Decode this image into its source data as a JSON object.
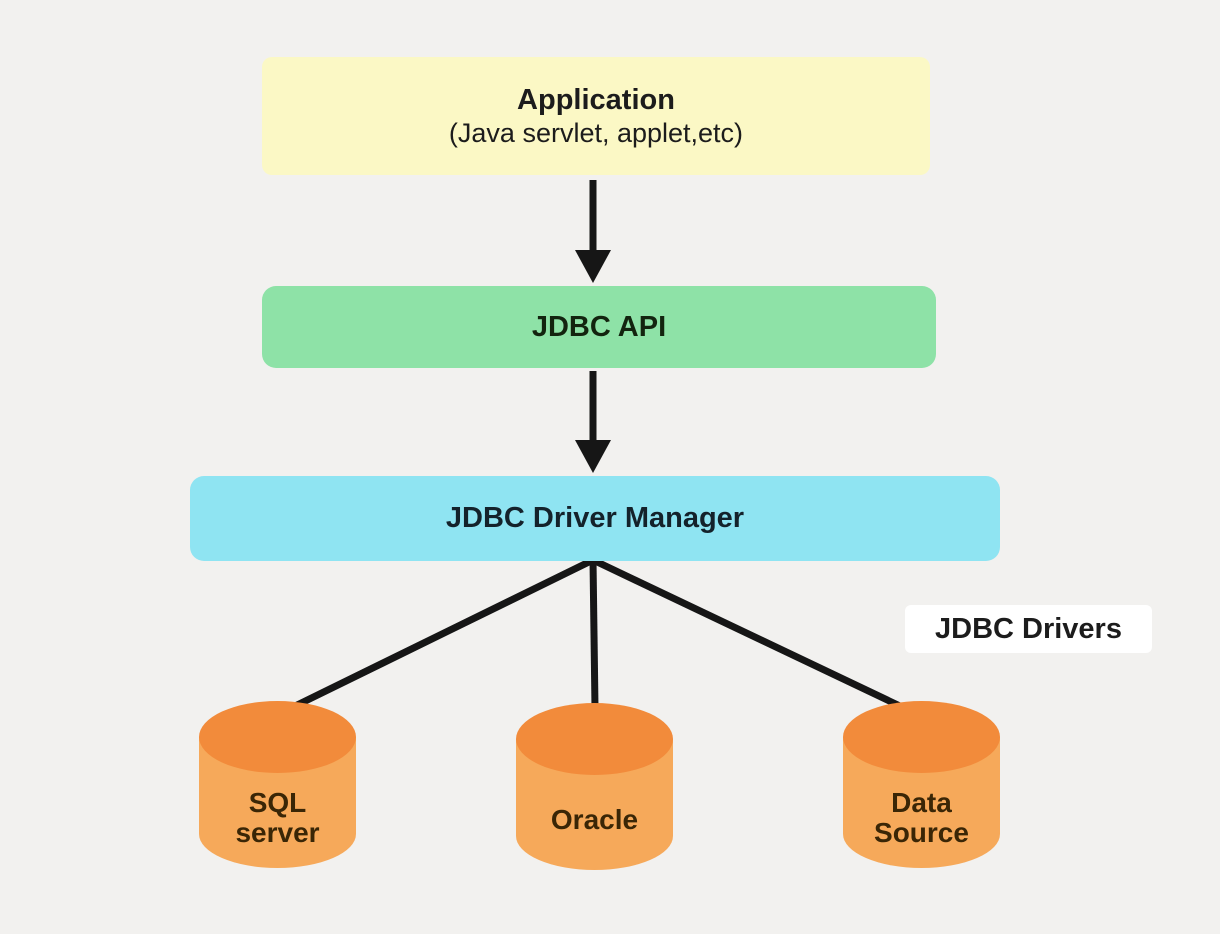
{
  "diagram": {
    "nodes": {
      "application": {
        "title": "Application",
        "subtitle": "(Java servlet, applet,etc)"
      },
      "jdbc_api": {
        "label": "JDBC API"
      },
      "driver_manager": {
        "label": "JDBC Driver Manager"
      }
    },
    "drivers_badge_label": "JDBC Drivers",
    "databases": [
      {
        "name": "sql-server",
        "line1": "SQL",
        "line2": "server"
      },
      {
        "name": "oracle",
        "line1": "Oracle",
        "line2": ""
      },
      {
        "name": "data-source",
        "line1": "Data",
        "line2": "Source"
      }
    ],
    "colors": {
      "background": "#F2F1EF",
      "application_box": "#FBF8C5",
      "jdbc_api_box": "#8EE2A7",
      "driver_manager_box": "#8FE4F2",
      "drivers_badge": "#FFFFFF",
      "cylinder_body": "#F6A95A",
      "cylinder_top": "#F28B3B",
      "connector": "#161616",
      "text_dark": "#1C1C1C",
      "cylinder_text": "#3A2606"
    }
  }
}
